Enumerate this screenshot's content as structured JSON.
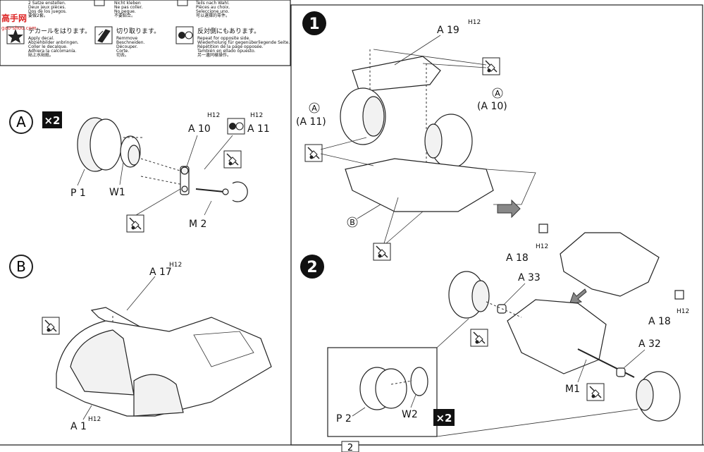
{
  "watermark": {
    "brand": "高手网",
    "url": "gao-shou.com"
  },
  "legend": {
    "rows": [
      {
        "icon": "star-decal-icon",
        "ja": "デカールをはります。",
        "lines": [
          "Apply decal.",
          "Abziehbilder anbringen.",
          "Coller le decalque.",
          "Adhiera la calcomanía.",
          "貼上水貼紙。"
        ]
      },
      {
        "icon": "cut-icon",
        "ja": "切り取ります。",
        "lines": [
          "Remmove",
          "Beschneiden.",
          "Découper.",
          "Corte.",
          "切去。"
        ]
      },
      {
        "icon": "opposite-side-icon",
        "ja": "反対側にもあります。",
        "lines": [
          "Repeat for opposite side.",
          "Wiederholung für gegenüberliegende Seite.",
          "Répétition de la page opposée.",
          "También en ellado opuesto.",
          "另一邊同樣操作。"
        ]
      }
    ],
    "top_lines": [
      [
        "2 Satze enstellen.",
        "Deux jeux pièces.",
        "Dos de los juegos.",
        "要做2套。"
      ],
      [
        "Nicht kleben",
        "Ne pas coller.",
        "No pegue.",
        "不要黏合。"
      ],
      [
        "Teils nach Wahl.",
        "Pièces au choix.",
        "Seleccione uno.",
        "可以選擇的零件。"
      ]
    ]
  },
  "steps": {
    "A": {
      "label": "A",
      "qty": "×2",
      "parts": {
        "A10": "A 10",
        "A11": "A 11",
        "P1": "P 1",
        "W1": "W1",
        "M2": "M 2"
      },
      "runner": "H12"
    },
    "B": {
      "label": "B",
      "parts": {
        "A17": "A 17",
        "A1": "A 1"
      },
      "runner": "H12"
    },
    "step1": {
      "number": "1",
      "parts": {
        "A19": "A 19",
        "A11": "(A 11)",
        "A10": "(A 10)",
        "circA": "A",
        "circB": "B"
      },
      "runner": "H12"
    },
    "step2": {
      "number": "2",
      "parts": {
        "A18a": "A 18",
        "A18b": "A 18",
        "A33": "A 33",
        "A32": "A 32",
        "M1": "M1",
        "P2": "P 2",
        "W2": "W2"
      },
      "runner": "H12",
      "qty": "×2"
    }
  },
  "page_number": "2"
}
